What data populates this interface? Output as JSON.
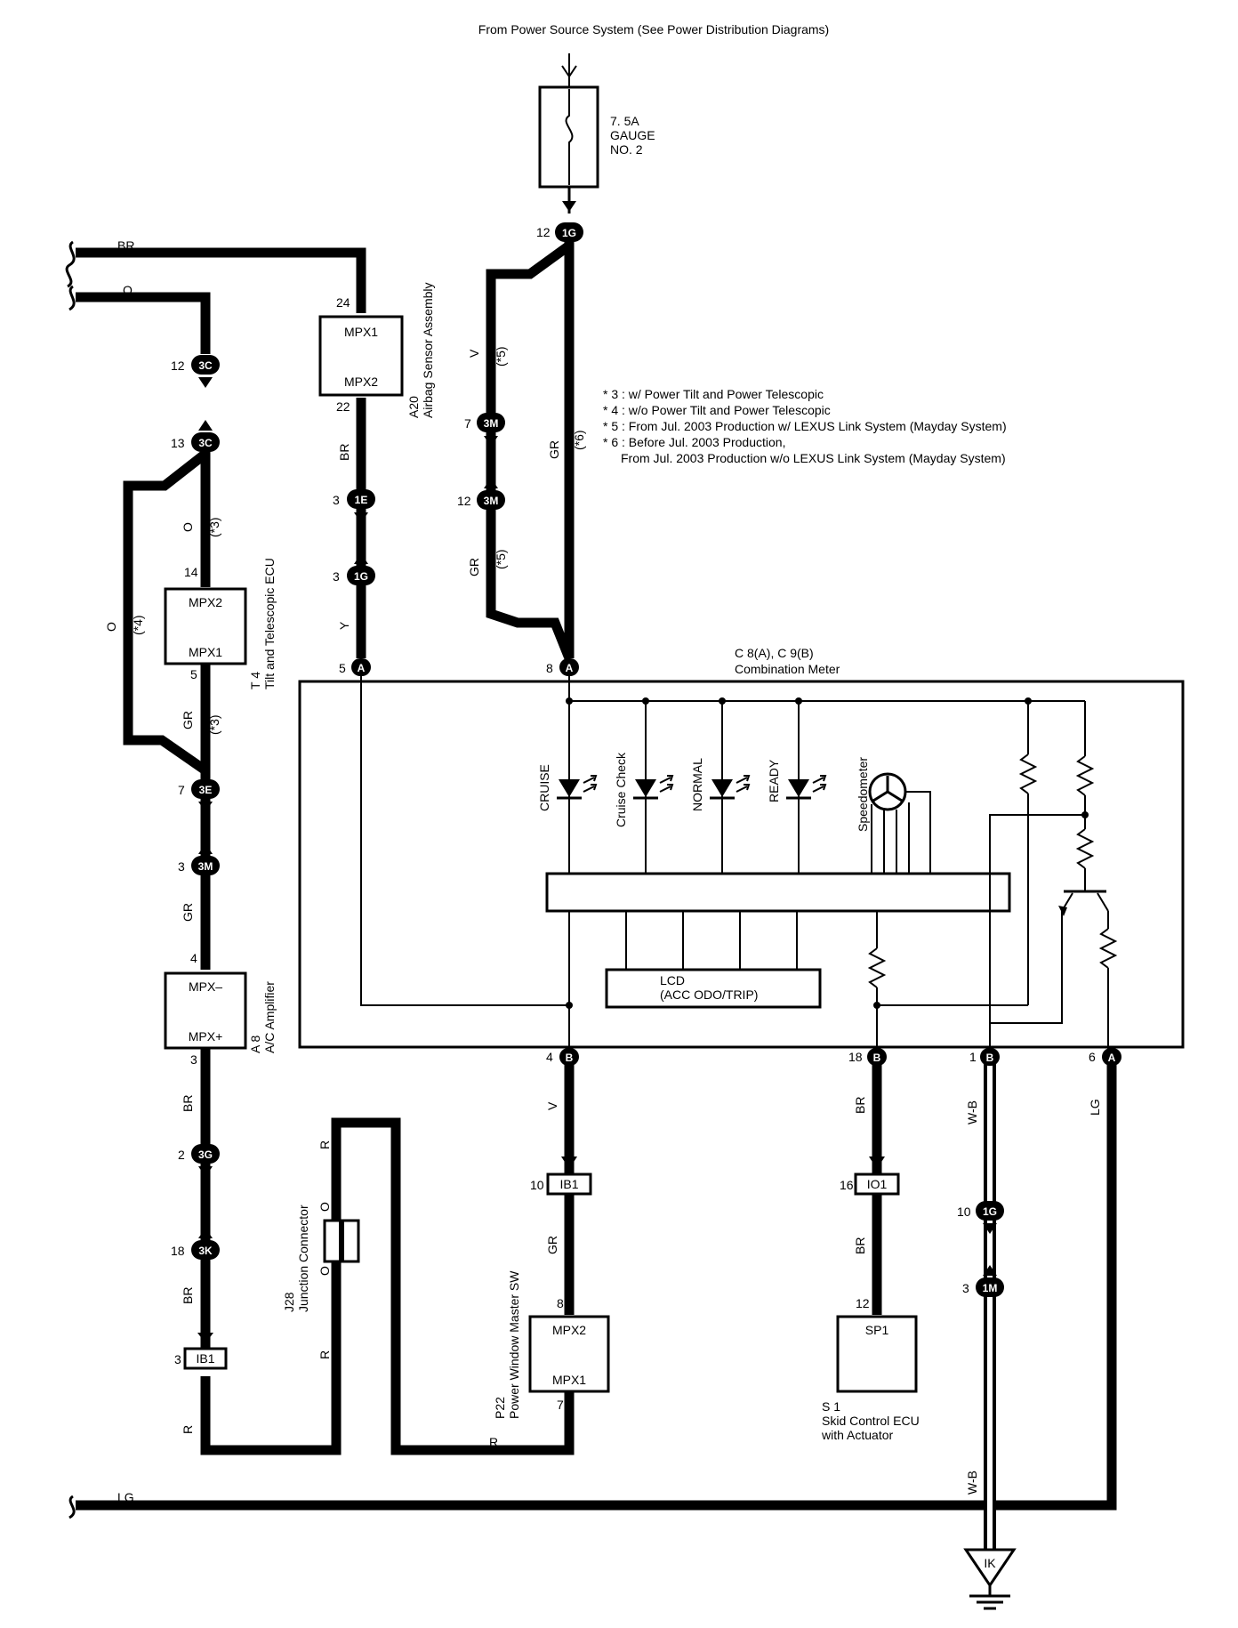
{
  "header": "From Power Source System (See Power Distribution Diagrams)",
  "fuse": {
    "rating": "7. 5A",
    "name1": "GAUGE",
    "name2": "NO. 2"
  },
  "notes": [
    "* 3 : w/ Power Tilt and Power Telescopic",
    "* 4 : w/o Power Tilt and Power Telescopic",
    "* 5 : From Jul.  2003 Production w/ LEXUS Link System (Mayday System)",
    "* 6 : Before Jul.  2003 Production,",
    "From Jul.  2003 Production w/o LEXUS Link System (Mayday System)"
  ],
  "meter": {
    "title1": "C 8(A), C 9(B)",
    "title2": "Combination Meter",
    "indicators": [
      "CRUISE",
      "Cruise Check",
      "NORMAL",
      "READY"
    ],
    "speedometer": "Speedometer",
    "lcd1": "LCD",
    "lcd2": "(ACC ODO/TRIP)"
  },
  "components": {
    "airbag": {
      "code": "A20",
      "name": "Airbag Sensor Assembly",
      "top": "MPX1",
      "bottom": "MPX2"
    },
    "tilt": {
      "code": "T 4",
      "name": "Tilt and Telescopic ECU",
      "top": "MPX2",
      "bottom": "MPX1"
    },
    "ac": {
      "code": "A 8",
      "name": "A/C Amplifier",
      "top": "MPX–",
      "bottom": "MPX+"
    },
    "junction": {
      "code": "J28",
      "name": "Junction Connector"
    },
    "pwm": {
      "code": "P22",
      "name": "Power Window Master SW",
      "top": "MPX2",
      "bottom": "MPX1"
    },
    "skid": {
      "code": "S 1",
      "name1": "Skid Control ECU",
      "name2": "with Actuator",
      "pin": "SP1"
    }
  },
  "connectors": {
    "c1G_top": "1G",
    "c3C_12": "3C",
    "c3C_13": "3C",
    "c1E": "1E",
    "c1G_3": "1G",
    "c3M_7": "3M",
    "c3M_12": "3M",
    "c3E": "3E",
    "c3M_3": "3M",
    "c3G": "3G",
    "c3K": "3K",
    "cIB1_3": "IB1",
    "cIB1_10": "IB1",
    "cIO1": "IO1",
    "c1G_10": "1G",
    "c1M": "1M",
    "cA5": "A",
    "cA8": "A",
    "cB4": "B",
    "cB18": "B",
    "cB1": "B",
    "cA6": "A",
    "ground": "IK"
  },
  "pins": {
    "p12_fuse": "12",
    "p24": "24",
    "p22": "22",
    "p12_3C": "12",
    "p13_3C": "13",
    "p3_1E": "3",
    "p3_1G": "3",
    "p7_3M": "7",
    "p12_3M": "12",
    "p14": "14",
    "p5_tilt": "5",
    "p5_meter": "5",
    "p8_meter": "8",
    "p7_3E": "7",
    "p3_3M": "3",
    "p4_ac": "4",
    "p3_ac": "3",
    "p2_3G": "2",
    "p18_3K": "18",
    "p3_IB1": "3",
    "p4_B": "4",
    "p18_B": "18",
    "p1_B": "1",
    "p6_A": "6",
    "p10_IB1": "10",
    "p16_IO1": "16",
    "p10_1G": "10",
    "p3_1M": "3",
    "p8_pwm": "8",
    "p7_pwm": "7",
    "p12_skid": "12"
  },
  "wire_labels": {
    "BR_top": "BR",
    "O_top": "O",
    "LG_bottom": "LG",
    "BR_airbag": "BR",
    "Y_airbag": "Y",
    "V_left": "V",
    "note5_a": "(*5)",
    "GR_left": "GR",
    "note5_b": "(*5)",
    "GR_right": "GR",
    "note6": "(*6)",
    "O_tilt": "O",
    "note3_a": "(*3)",
    "O_bypass": "O",
    "note4": "(*4)",
    "GR_tilt": "GR",
    "note3_b": "(*3)",
    "GR_ac": "GR",
    "BR_ac1": "BR",
    "BR_ac2": "BR",
    "R_ib1": "R",
    "R_j1": "R",
    "O_j1": "O",
    "O_j2": "O",
    "R_j2": "R",
    "R_bottom": "R",
    "V_B4": "V",
    "GR_pwm": "GR",
    "BR_B18": "BR",
    "BR_skid": "BR",
    "WB_1": "W-B",
    "WB_2": "W-B",
    "LG_A6": "LG"
  }
}
